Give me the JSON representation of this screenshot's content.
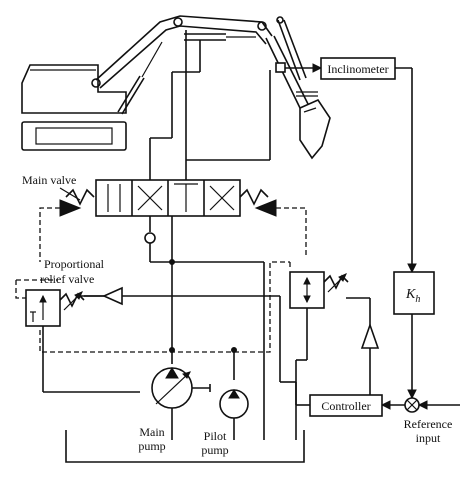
{
  "diagram": {
    "labels": {
      "main_valve": "Main valve",
      "proportional_relief_valve_line1": "Proportional",
      "proportional_relief_valve_line2": "relief valve",
      "inclinometer": "Inclinometer",
      "gain": "K",
      "gain_subscript": "h",
      "controller": "Controller",
      "reference_input_line1": "Reference",
      "reference_input_line2": "input",
      "main_pump_line1": "Main",
      "main_pump_line2": "pump",
      "pilot_pump_line1": "Pilot",
      "pilot_pump_line2": "pump"
    }
  }
}
